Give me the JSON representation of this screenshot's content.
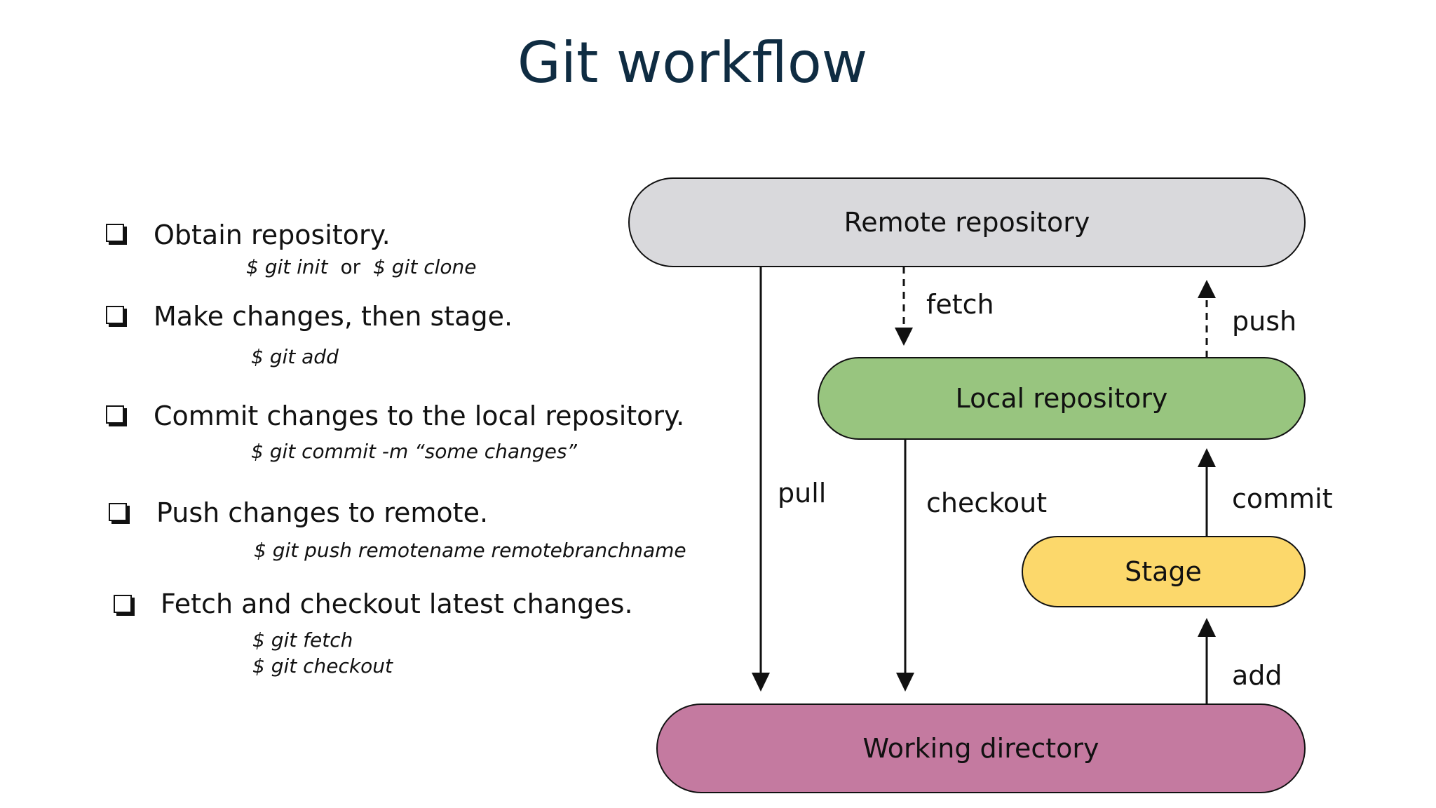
{
  "title": "Git workflow",
  "steps": [
    {
      "text": "Obtain repository.",
      "commands": [
        "$ git init",
        "or",
        "$ git clone"
      ]
    },
    {
      "text": "Make changes, then stage.",
      "commands": [
        "$ git add"
      ]
    },
    {
      "text": "Commit changes to the local repository.",
      "commands": [
        "$ git commit -m “some changes”"
      ]
    },
    {
      "text": "Push changes to remote.",
      "commands": [
        "$ git push remotename remotebranchname"
      ]
    },
    {
      "text": "Fetch and checkout latest changes.",
      "commands": [
        "$ git fetch",
        "$ git checkout"
      ]
    }
  ],
  "diagram": {
    "nodes": {
      "remote": {
        "label": "Remote repository",
        "color": "#d9d9dc"
      },
      "local": {
        "label": "Local repository",
        "color": "#98c57f"
      },
      "stage": {
        "label": "Stage",
        "color": "#fcd86b"
      },
      "working": {
        "label": "Working directory",
        "color": "#c47aa0"
      }
    },
    "edges": {
      "fetch": {
        "label": "fetch",
        "style": "dashed"
      },
      "push": {
        "label": "push",
        "style": "dashed"
      },
      "pull": {
        "label": "pull",
        "style": "solid"
      },
      "checkout": {
        "label": "checkout",
        "style": "solid"
      },
      "commit": {
        "label": "commit",
        "style": "solid"
      },
      "add": {
        "label": "add",
        "style": "solid"
      }
    },
    "stroke_color": "#111111"
  }
}
